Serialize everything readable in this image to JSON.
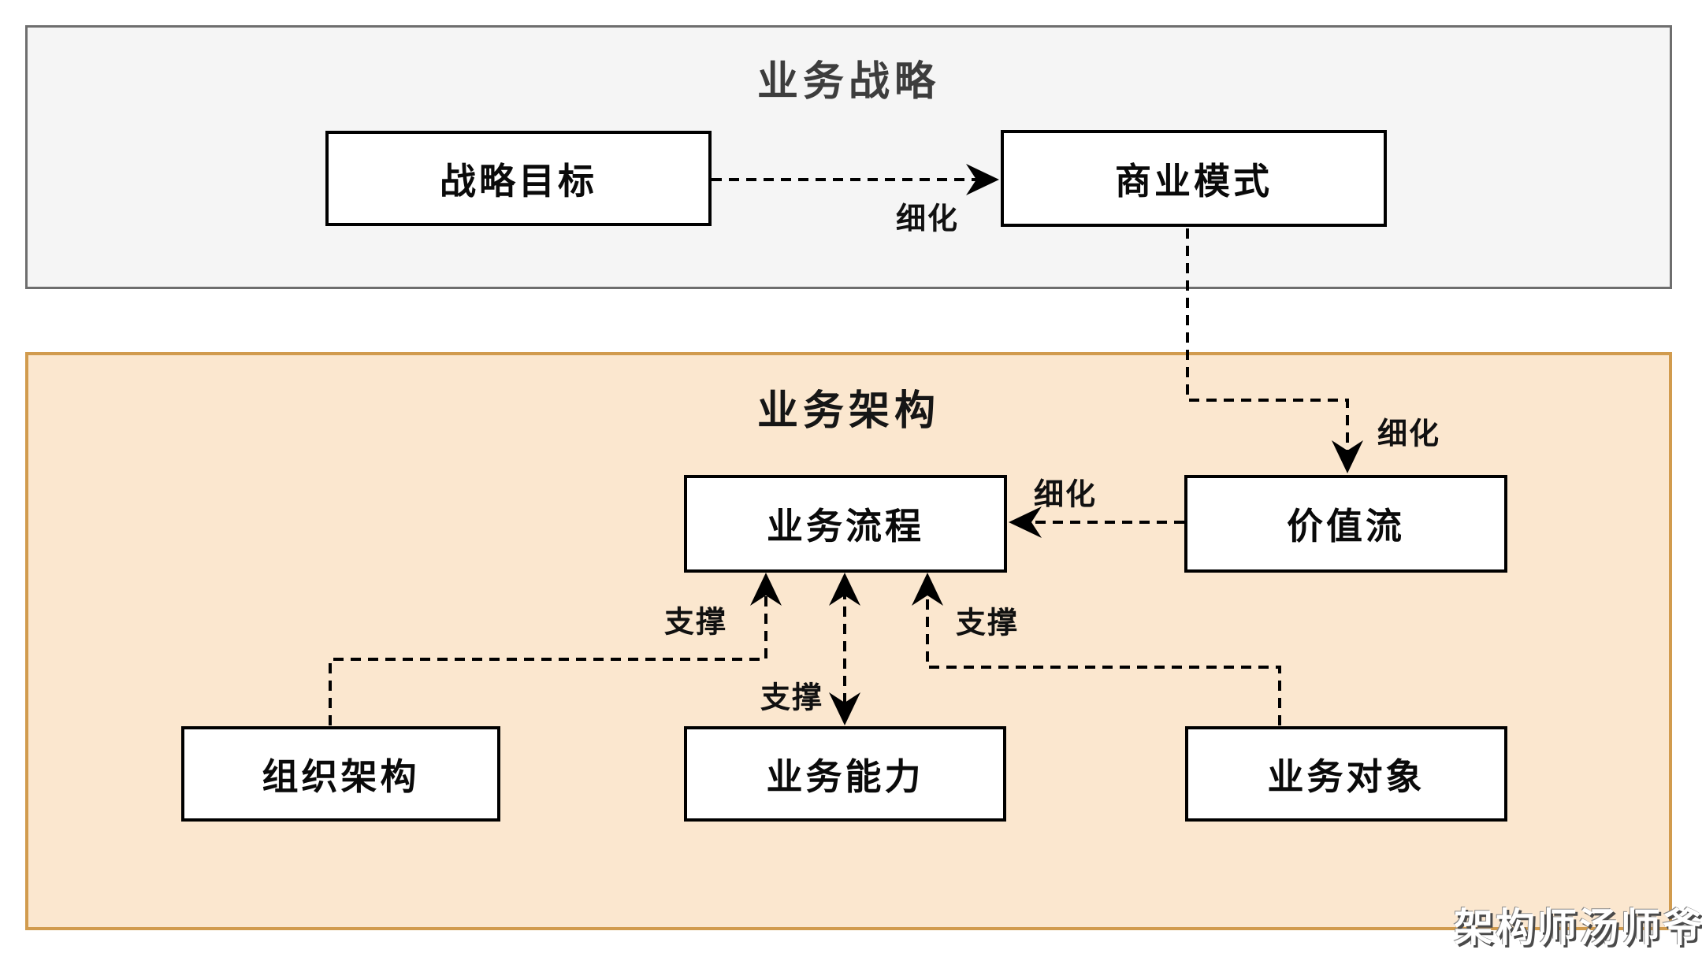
{
  "sections": {
    "strategy": {
      "title": "业务战略"
    },
    "architecture": {
      "title": "业务架构"
    }
  },
  "nodes": {
    "strategic_goal": {
      "label": "战略目标"
    },
    "business_model": {
      "label": "商业模式"
    },
    "business_process": {
      "label": "业务流程"
    },
    "value_stream": {
      "label": "价值流"
    },
    "org_structure": {
      "label": "组织架构"
    },
    "business_capability": {
      "label": "业务能力"
    },
    "business_object": {
      "label": "业务对象"
    }
  },
  "edge_labels": {
    "refine_goal_to_model": "细化",
    "refine_model_to_value_stream": "细化",
    "refine_value_stream_to_process": "细化",
    "support_org_to_process": "支撑",
    "support_capability_to_process": "支撑",
    "support_object_to_process": "支撑"
  },
  "watermark": "架构师汤师爷",
  "colors": {
    "strategy_fill": "#f5f5f5",
    "strategy_border": "#6e6e6e",
    "architecture_fill": "#fbe7cf",
    "architecture_border": "#d19b4e",
    "node_fill": "#ffffff",
    "node_border": "#000000",
    "edge": "#000000",
    "watermark_text": "#ffffff"
  }
}
